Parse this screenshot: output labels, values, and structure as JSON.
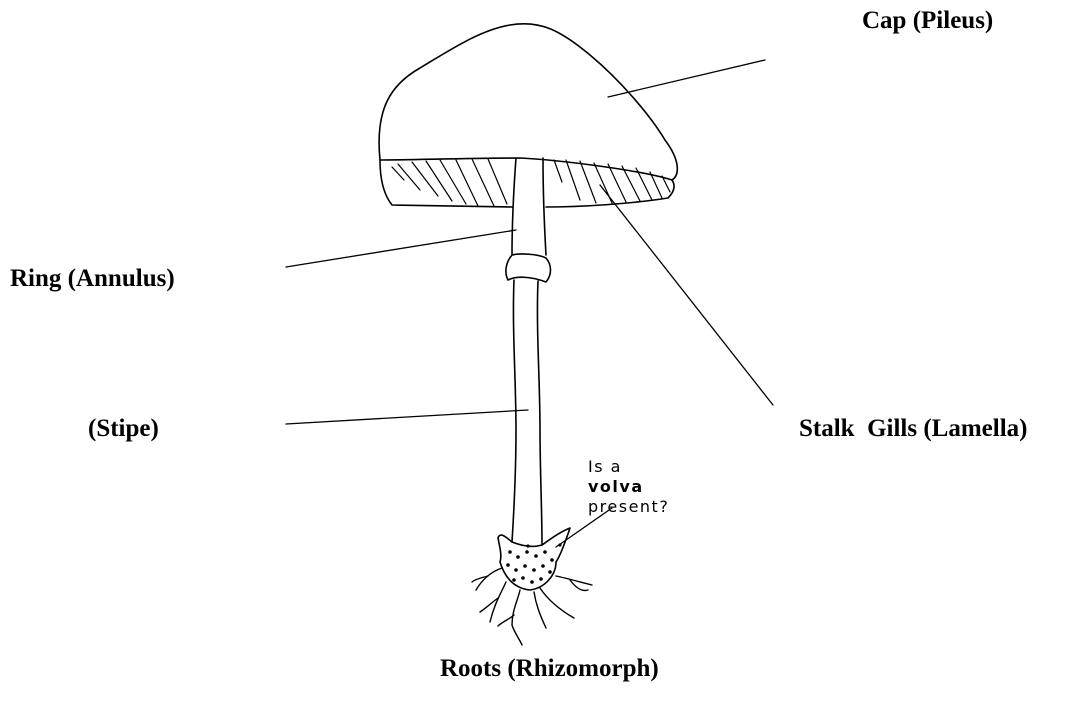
{
  "labels": {
    "cap": "Cap (Pileus)",
    "ring": "Ring (Annulus)",
    "stipe": "(Stipe)",
    "stalk_gills": "Stalk  Gills (Lamella)",
    "roots": "Roots (Rhizomorph)"
  },
  "volva_note": {
    "line1": "Is a",
    "line2": "volva",
    "line3": "present?"
  }
}
